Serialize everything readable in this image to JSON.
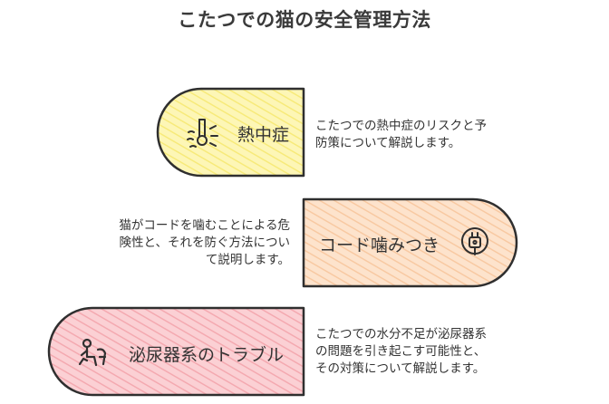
{
  "title": "こたつでの猫の安全管理方法",
  "items": [
    {
      "label": "熱中症",
      "icon": "thermometer-heat-icon",
      "fill": "#fdf6b6",
      "description": [
        "こたつでの熱中症のリスクと予",
        "防策について解説します。"
      ]
    },
    {
      "label": "コード噛みつき",
      "icon": "electric-plug-icon",
      "fill": "#fcdcc0",
      "description": [
        "猫がコードを噛むことによる危",
        "険性と、それを防ぐ方法につい",
        "て説明します。"
      ]
    },
    {
      "label": "泌尿器系のトラブル",
      "icon": "person-restroom-icon",
      "fill": "#f8c4c8",
      "description": [
        "こたつでの水分不足が泌尿器系",
        "の問題を引き起こす可能性と、",
        "その対策について解説します。"
      ]
    }
  ]
}
